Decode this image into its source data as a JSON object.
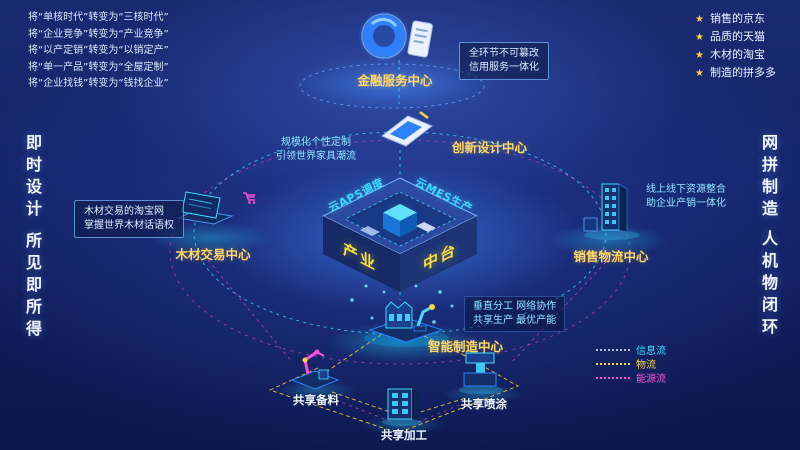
{
  "transform_list": {
    "items": [
      "将“单核时代”转变为“三核时代”",
      "将“企业竞争”转变为“产业竞争”",
      "将“以产定销”转变为“以销定产”",
      "将“单一产品”转变为“全屋定制”",
      "将“企业找钱”转变为“钱找企业”"
    ]
  },
  "advantages": {
    "star": "★",
    "items": [
      "销售的京东",
      "品质的天猫",
      "木材的淘宝",
      "制造的拼多多"
    ]
  },
  "slogans": {
    "left1": "即时设计",
    "left2": "所见即所得",
    "right1": "网拼制造",
    "right2": "人机物闭环"
  },
  "platform": {
    "aps": "云APS调度",
    "mes": "云MES生产",
    "front_left": "产业",
    "front_right": "中台"
  },
  "nodes": {
    "finance": {
      "label": "金融服务中心",
      "note_line1": "全环节不可篡改",
      "note_line2": "信用服务一体化"
    },
    "design": {
      "label": "创新设计中心",
      "note_line1": "规模化个性定制",
      "note_line2": "引领世界家具潮流"
    },
    "wood": {
      "label": "木材交易中心",
      "note_line1": "木材交易的淘宝网",
      "note_line2": "掌握世界木材话语权"
    },
    "logistics": {
      "label": "销售物流中心",
      "note_line1": "线上线下资源整合",
      "note_line2": "助企业产销一体化"
    },
    "manufacturing": {
      "label": "智能制造中心",
      "note_line1": "垂直分工 网络协作",
      "note_line2": "共享生产 最优产能"
    },
    "shared_prep": {
      "label": "共享备料"
    },
    "shared_process": {
      "label": "共享加工"
    },
    "shared_paint": {
      "label": "共享喷涂"
    }
  },
  "legend": {
    "items": [
      {
        "label": "信息流",
        "line_color": "#aebcd8",
        "label_color": "#35e0ff"
      },
      {
        "label": "物流",
        "line_color": "#ffd23a",
        "label_color": "#ffd23a"
      },
      {
        "label": "能源流",
        "line_color": "#ff4fd8",
        "label_color": "#ff4fd8"
      }
    ]
  },
  "colors": {
    "background": "#15246a",
    "accent_cyan": "#3fd9ff",
    "accent_gold": "#ffd866",
    "accent_magenta": "#ff4fd8",
    "accent_blue": "#2f80ff",
    "platform_yellow": "#ffe03a"
  }
}
